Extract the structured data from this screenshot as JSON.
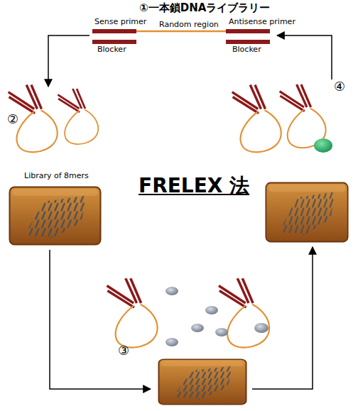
{
  "diagram": {
    "title": "FRELEX 法",
    "nodes": [
      {
        "text": [
          "Library of 8mers"
        ]
      }
    ],
    "labels": [
      "①一本鎖DNAライブラリー",
      "Sense primer",
      "Random region",
      "Antisense primer",
      "Blocker",
      "Blocker",
      "②",
      "③",
      "④"
    ]
  }
}
